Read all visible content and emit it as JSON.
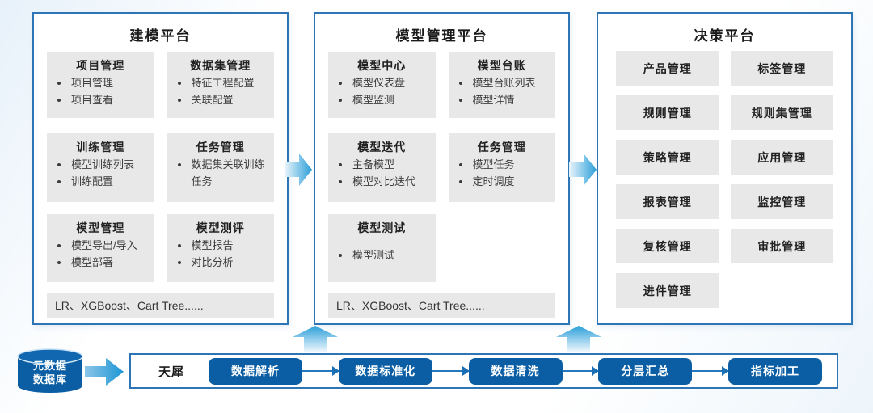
{
  "colors": {
    "panel_border": "#2e75b6",
    "module_fill": "#e8e8e8",
    "dark_blue": "#0b5ea4",
    "arrow_light": "#e8f4fb",
    "arrow_dark": "#2b9fd9"
  },
  "platforms": {
    "modeling": {
      "title": "建模平台",
      "modules": [
        {
          "title": "项目管理",
          "items": [
            "项目管理",
            "项目查看"
          ]
        },
        {
          "title": "数据集管理",
          "items": [
            "特征工程配置",
            "关联配置"
          ]
        },
        {
          "title": "训练管理",
          "items": [
            "模型训练列表",
            "训练配置"
          ]
        },
        {
          "title": "任务管理",
          "items": [
            "数据集关联训练任务"
          ]
        },
        {
          "title": "模型管理",
          "items": [
            "模型导出/导入",
            "模型部署"
          ]
        },
        {
          "title": "模型测评",
          "items": [
            "模型报告",
            "对比分析"
          ]
        }
      ],
      "footer": "LR、XGBoost、Cart Tree......"
    },
    "model_mgmt": {
      "title": "模型管理平台",
      "modules": [
        {
          "title": "模型中心",
          "items": [
            "模型仪表盘",
            "模型监测"
          ]
        },
        {
          "title": "模型台账",
          "items": [
            "模型台账列表",
            "模型详情"
          ]
        },
        {
          "title": "模型迭代",
          "items": [
            "主备模型",
            "模型对比迭代"
          ]
        },
        {
          "title": "任务管理",
          "items": [
            "模型任务",
            "定时调度"
          ]
        },
        {
          "title": "模型测试",
          "items": [
            "模型测试"
          ]
        }
      ],
      "footer": "LR、XGBoost、Cart Tree......"
    },
    "decision": {
      "title": "决策平台",
      "modules": [
        "产品管理",
        "标签管理",
        "规则管理",
        "规则集管理",
        "策略管理",
        "应用管理",
        "报表管理",
        "监控管理",
        "复核管理",
        "审批管理",
        "进件管理"
      ]
    }
  },
  "data_layer": {
    "database": {
      "line1": "元数据",
      "line2": "数据库"
    },
    "engine_label": "天犀",
    "pipeline": [
      "数据解析",
      "数据标准化",
      "数据清洗",
      "分层汇总",
      "指标加工"
    ]
  }
}
